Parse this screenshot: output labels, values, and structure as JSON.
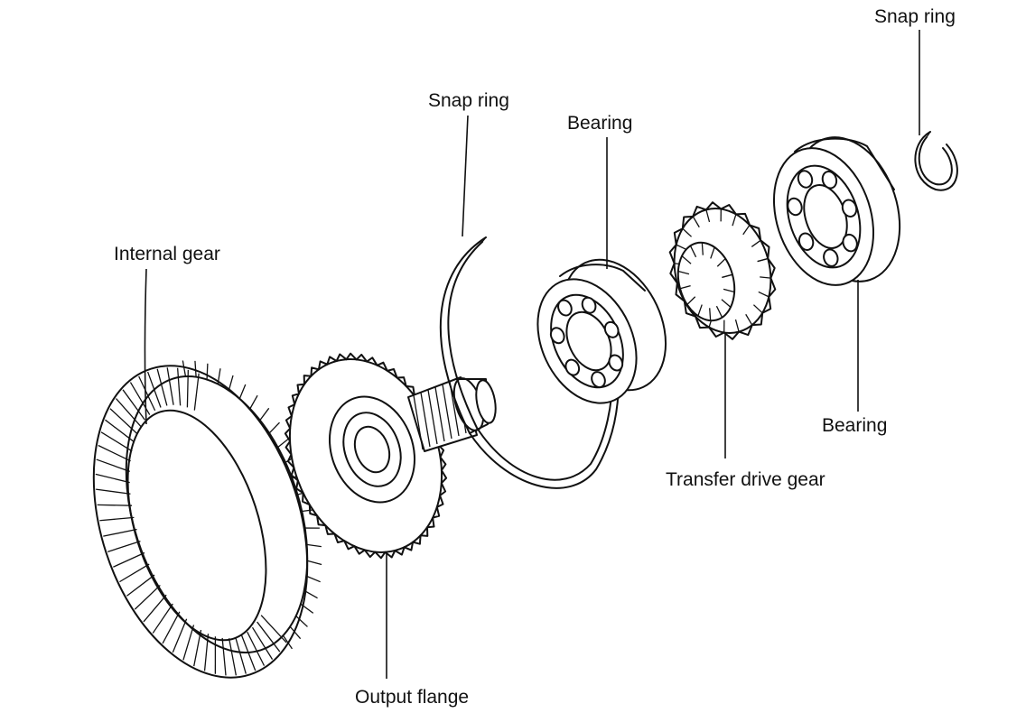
{
  "labels": {
    "snap_ring_top_right": "Snap ring",
    "snap_ring_center": "Snap ring",
    "bearing_center": "Bearing",
    "internal_gear": "Internal gear",
    "bearing_right": "Bearing",
    "transfer_drive_gear": "Transfer drive gear",
    "output_flange": "Output flange"
  },
  "colors": {
    "ink": "#111111",
    "background": "#ffffff"
  }
}
